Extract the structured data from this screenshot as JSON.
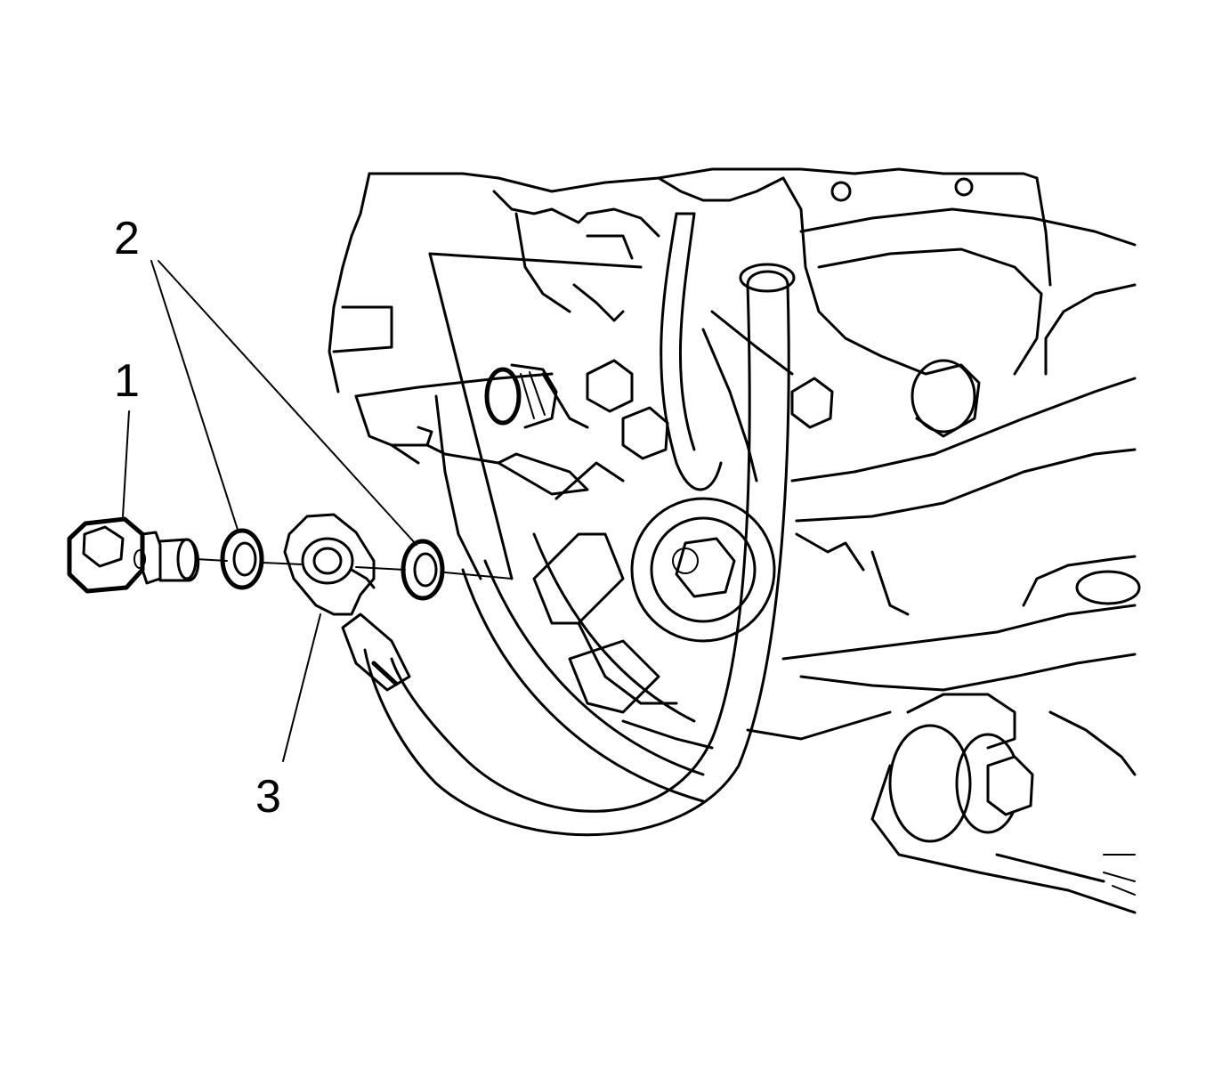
{
  "callouts": {
    "bolt": "1",
    "washers": "2",
    "terminal": "3"
  },
  "colors": {
    "line": "#000000",
    "background": "#ffffff"
  }
}
